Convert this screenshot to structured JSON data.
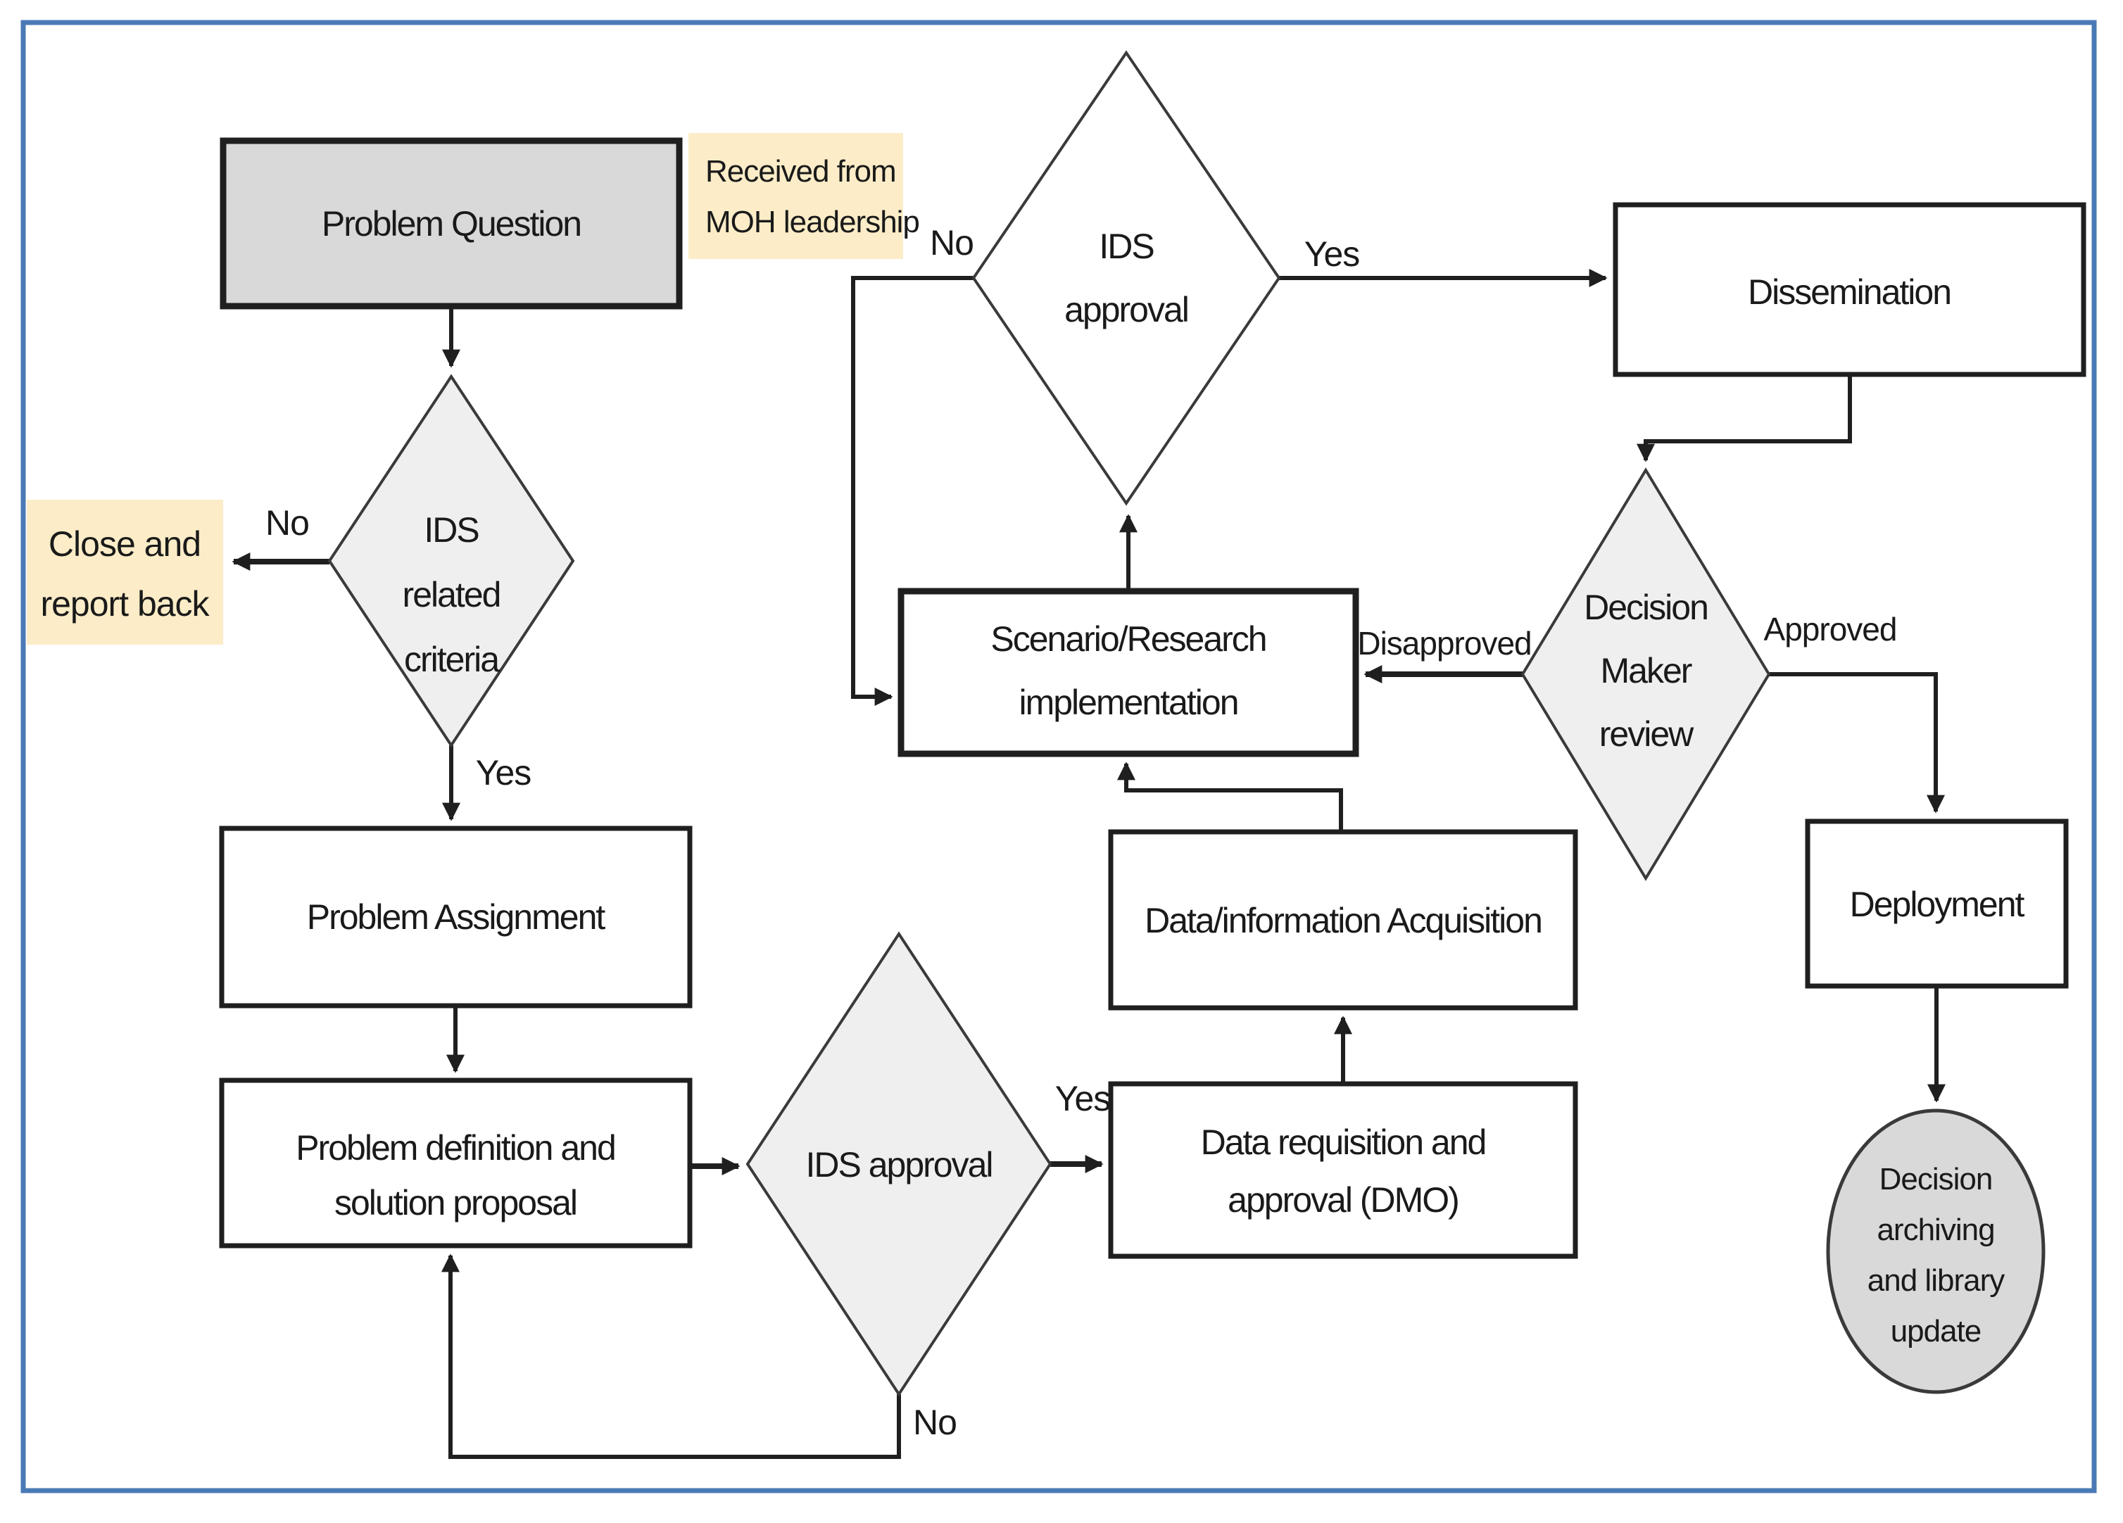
{
  "colors": {
    "frame-blue": "#4a7ab5",
    "line": "#1f1f1f",
    "line-soft": "#3a3a3a",
    "text": "#1a1a1a",
    "note-yellow": "#fcedc8",
    "gray-fill": "#d9d9d9",
    "diamond-fill": "#efeff0"
  },
  "diagram": {
    "title": "IDS problem handling flowchart",
    "nodes": {
      "problem_question": {
        "label": "Problem Question"
      },
      "received_note": {
        "lines": [
          "Received from",
          "MOH leadership"
        ]
      },
      "ids_related_criteria": {
        "lines": [
          "IDS",
          "related",
          "criteria"
        ]
      },
      "close_report_note": {
        "lines": [
          "Close and",
          "report back"
        ]
      },
      "problem_assignment": {
        "label": "Problem Assignment"
      },
      "problem_definition": {
        "lines": [
          "Problem definition and",
          "solution proposal"
        ]
      },
      "ids_approval_lower": {
        "label": "IDS approval"
      },
      "data_requisition": {
        "lines": [
          "Data requisition and",
          "approval (DMO)"
        ]
      },
      "data_acquisition": {
        "label": "Data/information Acquisition"
      },
      "scenario_implementation": {
        "lines": [
          "Scenario/Research",
          "implementation"
        ]
      },
      "ids_approval_upper": {
        "lines": [
          "IDS",
          "approval"
        ]
      },
      "dissemination": {
        "label": "Dissemination"
      },
      "decision_maker_review": {
        "lines": [
          "Decision",
          "Maker",
          "review"
        ]
      },
      "deployment": {
        "label": "Deployment"
      },
      "decision_archiving": {
        "lines": [
          "Decision",
          "archiving",
          "and library",
          "update"
        ]
      }
    },
    "edge_labels": {
      "related_no": "No",
      "related_yes": "Yes",
      "approval_lower_yes": "Yes",
      "approval_lower_no": "No",
      "approval_upper_no": "No",
      "approval_upper_yes": "Yes",
      "disapproved": "Disapproved",
      "approved": "Approved"
    }
  }
}
